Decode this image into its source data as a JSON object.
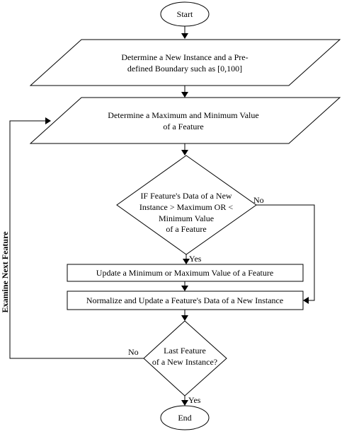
{
  "flowchart": {
    "start": "Start",
    "step_instance": [
      "Determine a New Instance and a Pre-",
      "defined Boundary such as [0,100]"
    ],
    "step_minmax": [
      "Determine a Maximum and Minimum Value",
      "of a Feature"
    ],
    "decision_range": [
      "IF Feature's Data of a New",
      "Instance > Maximum OR <",
      "Minimum Value",
      "of  a Feature"
    ],
    "decision_range_no": "No",
    "decision_range_yes": "Yes",
    "step_update": "Update a Minimum or Maximum Value of a Feature",
    "step_normalize": "Normalize and Update a Feature's Data of a New Instance",
    "decision_last": [
      "Last Feature",
      "of a New Instance?"
    ],
    "decision_last_no": "No",
    "decision_last_yes": "Yes",
    "loop_label": "Examine Next Feature",
    "end": "End"
  }
}
